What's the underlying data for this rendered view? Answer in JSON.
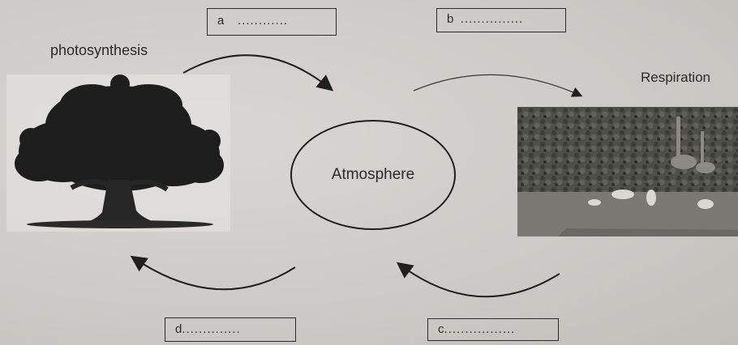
{
  "boxes": {
    "a": {
      "letter": "a",
      "dots": "............"
    },
    "b": {
      "letter": "b",
      "dots": "..............."
    },
    "c": {
      "letter": "c",
      "dots": "................."
    },
    "d": {
      "letter": "d",
      "dots": ".............."
    }
  },
  "labels": {
    "photosynthesis": "photosynthesis",
    "respiration": "Respiration",
    "atmosphere": "Atmosphere"
  },
  "images": {
    "tree": "tree-illustration",
    "animals": "animals-in-forest-photo"
  },
  "colors": {
    "paper": "#cfcbc8",
    "ink": "#1f1f1f"
  }
}
